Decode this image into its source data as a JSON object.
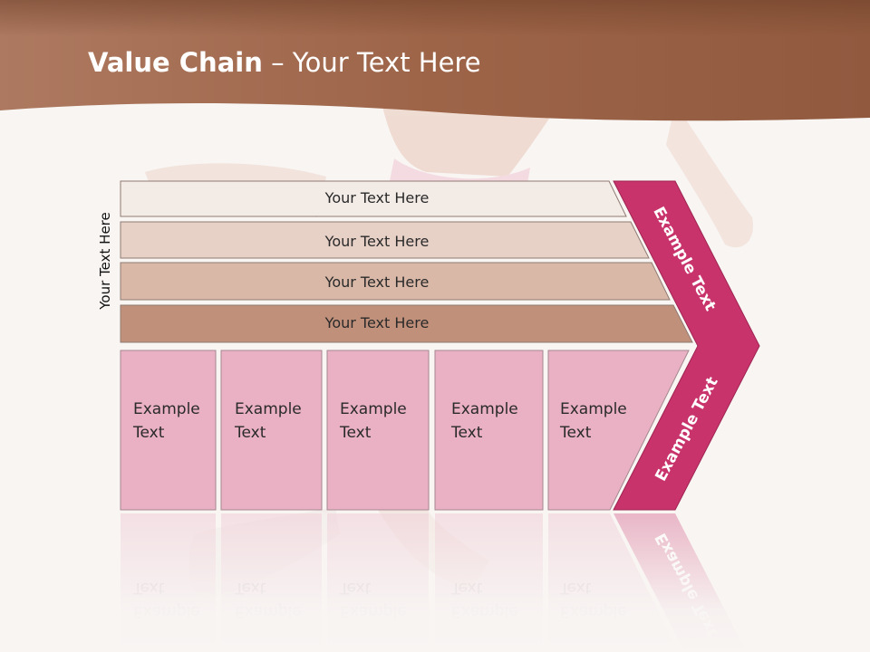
{
  "title": {
    "bold": "Value Chain",
    "rest": " – Your Text Here"
  },
  "side_label": "Your Text Here",
  "bars": [
    {
      "label": "Your Text Here",
      "fill": "#f3ebe6"
    },
    {
      "label": "Your Text Here",
      "fill": "#e7d0c6"
    },
    {
      "label": "Your Text Here",
      "fill": "#d9b8a7"
    },
    {
      "label": "Your Text Here",
      "fill": "#c1907a"
    }
  ],
  "cells": [
    {
      "label": "Example Text"
    },
    {
      "label": "Example Text"
    },
    {
      "label": "Example Text"
    },
    {
      "label": "Example Text"
    },
    {
      "label": "Example Text"
    }
  ],
  "arrow": {
    "top_label": "Example Text",
    "bottom_label": "Example Text"
  },
  "colors": {
    "header_left": "#b07a5e",
    "header_right": "#8a5a40",
    "cell_fill": "#e9adc1",
    "arrow_fill": "#c9336b"
  }
}
